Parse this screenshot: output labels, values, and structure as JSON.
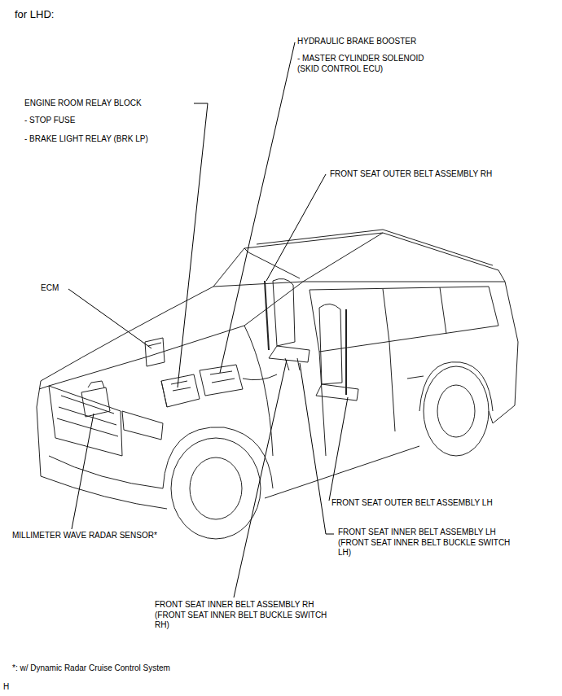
{
  "diagram": {
    "title": "for LHD:",
    "labels": [
      "HYDRAULIC BRAKE BOOSTER",
      "- MASTER CYLINDER SOLENOID (SKID CONTROL ECU)",
      "ENGINE ROOM RELAY BLOCK",
      "- STOP FUSE",
      "- BRAKE LIGHT RELAY (BRK LP)",
      "FRONT SEAT OUTER BELT ASSEMBLY RH",
      "ECM",
      "FRONT SEAT OUTER BELT ASSEMBLY LH",
      "FRONT SEAT INNER BELT ASSEMBLY LH (FRONT SEAT INNER BELT BUCKLE SWITCH LH)",
      "MILLIMETER WAVE RADAR SENSOR*",
      "FRONT SEAT INNER BELT ASSEMBLY RH (FRONT SEAT INNER BELT BUCKLE SWITCH RH)",
      "*: w/ Dynamic Radar Cruise Control System",
      "H"
    ]
  }
}
